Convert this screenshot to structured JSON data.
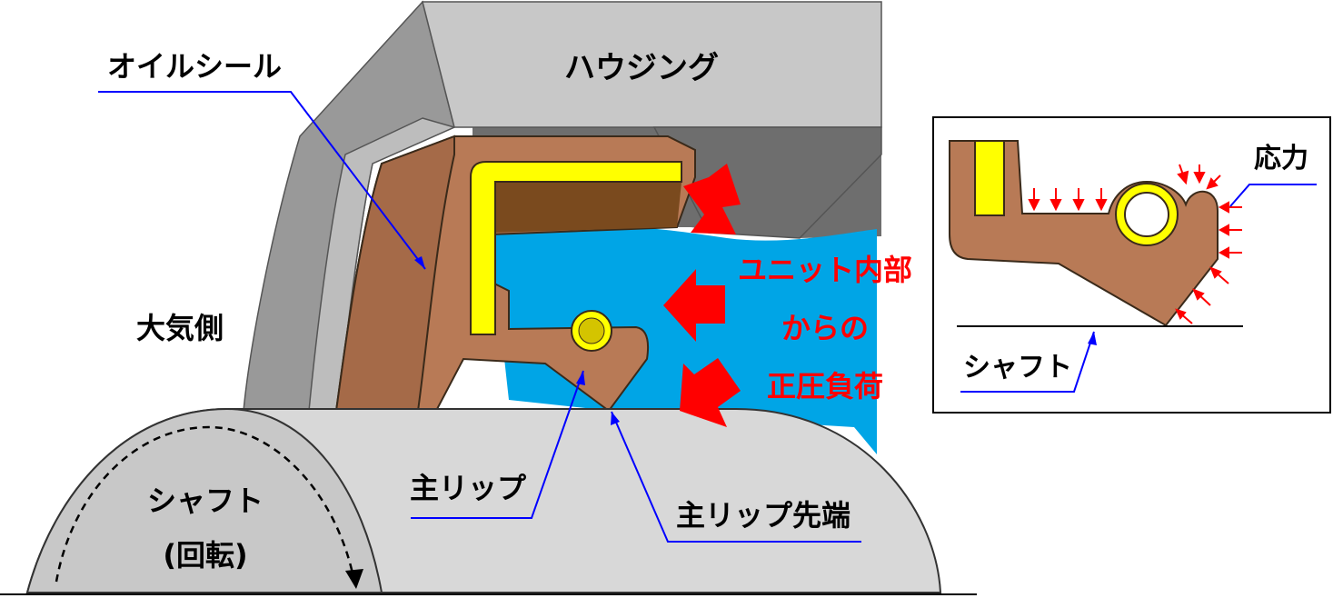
{
  "labels": {
    "oil_seal": "オイルシール",
    "housing": "ハウジング",
    "atmosphere_side": "大気側",
    "shaft_line1": "シャフト",
    "shaft_line2": "(回転)",
    "main_lip": "主リップ",
    "main_lip_tip": "主リップ先端",
    "load_line1": "ユニット内部",
    "load_line2": "からの",
    "load_line3": "正圧負荷"
  },
  "inset": {
    "stress": "応力",
    "shaft": "シャフト"
  },
  "colors": {
    "housing": "#c8c8c8",
    "housing_dark": "#6e6e6e",
    "seal_brown": "#b87a56",
    "seal_dark_brown": "#7a4a1e",
    "metal_ring": "#ffff00",
    "fluid": "#00a5e6",
    "shaft": "#d8d8d8",
    "load_arrow": "#ff0000",
    "leader_line": "#0000ff"
  }
}
